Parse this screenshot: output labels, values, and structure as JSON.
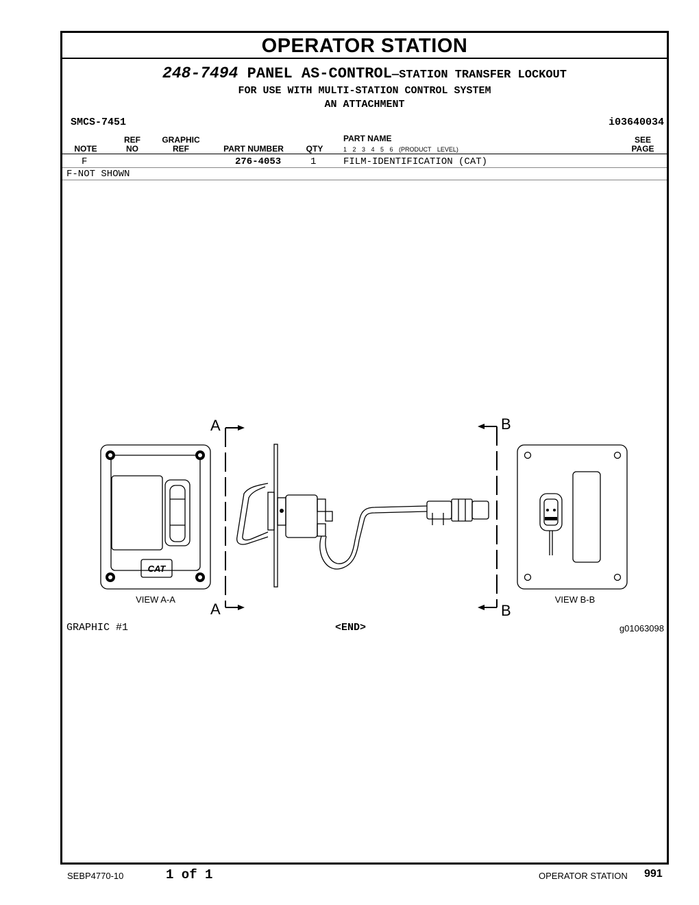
{
  "header": {
    "title": "OPERATOR STATION",
    "part_number": "248-7494",
    "part_name": "PANEL AS-CONTROL",
    "part_suffix": "—STATION TRANSFER LOCKOUT",
    "subtitle1": "FOR USE WITH MULTI-STATION CONTROL SYSTEM",
    "subtitle2": "AN ATTACHMENT",
    "smcs": "SMCS-7451",
    "illustration_id": "i03640034"
  },
  "table": {
    "columns": {
      "note": "NOTE",
      "ref_no": [
        "REF",
        "NO"
      ],
      "graphic_ref": [
        "GRAPHIC",
        "REF"
      ],
      "part_number": "PART NUMBER",
      "qty": "QTY",
      "part_name": "PART NAME",
      "levels": "1  2  3  4  5  6  (PRODUCT LEVEL)",
      "see_page": [
        "SEE",
        "PAGE"
      ]
    },
    "rows": [
      {
        "note": "F",
        "ref_no": "",
        "graphic_ref": "",
        "part_number": "276-4053",
        "qty": "1",
        "part_name": "FILM-IDENTIFICATION (CAT)",
        "see_page": ""
      }
    ],
    "notes": [
      "F-NOT SHOWN"
    ]
  },
  "graphic": {
    "label_a": "A",
    "label_b": "B",
    "view_aa": "VIEW A-A",
    "view_bb": "VIEW B-B",
    "logo_text": "CAT",
    "graphic_label": "GRAPHIC #1",
    "end_marker": "<END>",
    "graphic_id": "g01063098"
  },
  "footer": {
    "doc_number": "SEBP4770-10",
    "page_of": "1 of 1",
    "section": "OPERATOR STATION",
    "page_number": "991"
  }
}
